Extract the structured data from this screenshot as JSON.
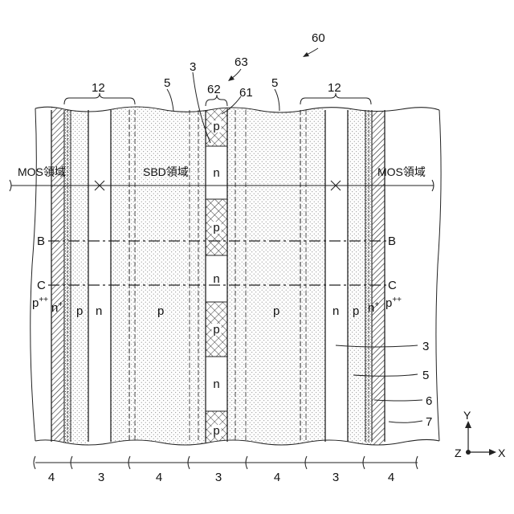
{
  "figure": {
    "ref_main": "60",
    "ref_63": "63",
    "ref_62": "62",
    "ref_61": "61",
    "ref_3_top": "3",
    "ref_12_left": "12",
    "ref_12_right": "12",
    "ref_5_left": "5",
    "ref_5_right": "5"
  },
  "regions": {
    "mos_left": "MOS領域",
    "sbd": "SBD領域",
    "mos_right": "MOS領域"
  },
  "section_marks": {
    "b_left": "B",
    "b_right": "B",
    "c_left": "C",
    "c_right": "C"
  },
  "stripe_labels": {
    "p_pp_left": "p",
    "p_pp_left_sup": "++",
    "n_plus_left": "n",
    "n_plus_left_sup": "+",
    "p_left": "p",
    "n_left": "n",
    "p_mid_left": "p",
    "p_mid_right": "p",
    "n_right": "n",
    "p_right": "p",
    "n_plus_right": "n",
    "n_plus_right_sup": "+",
    "p_pp_right": "p",
    "p_pp_right_sup": "++"
  },
  "center_column": {
    "cells": [
      {
        "label": "p",
        "type": "p"
      },
      {
        "label": "n",
        "type": "n"
      },
      {
        "label": "p",
        "type": "p"
      },
      {
        "label": "n",
        "type": "n"
      },
      {
        "label": "p",
        "type": "p"
      },
      {
        "label": "n",
        "type": "n"
      },
      {
        "label": "p",
        "type": "p"
      }
    ]
  },
  "callouts": {
    "ref_3": "3",
    "ref_5": "5",
    "ref_6": "6",
    "ref_7": "7"
  },
  "bottom_dims": [
    "4",
    "3",
    "4",
    "3",
    "4",
    "3",
    "4"
  ],
  "axes": {
    "y": "Y",
    "z": "Z",
    "x": "X"
  }
}
